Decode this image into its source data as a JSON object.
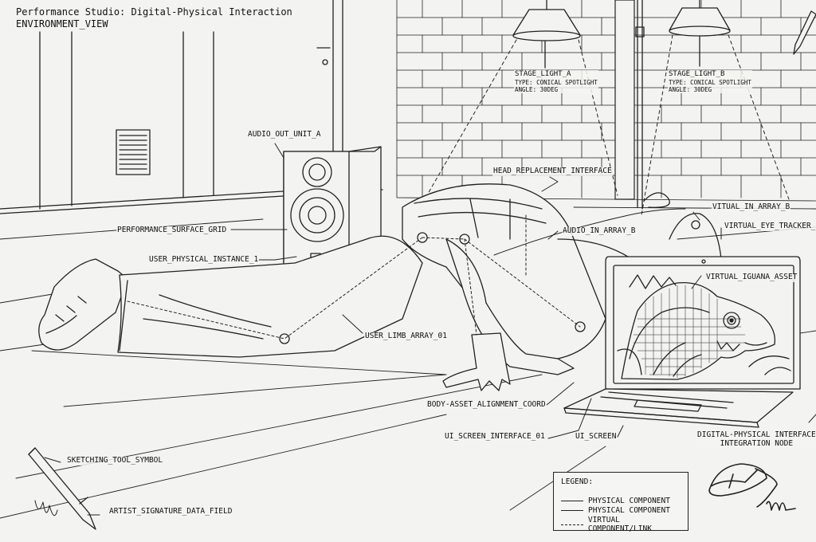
{
  "header": {
    "title": "Performance Studio: Digital-Physical Interaction",
    "subtitle": "ENVIRONMENT_VIEW"
  },
  "labels": {
    "stage_light_a": {
      "name": "STAGE_LIGHT_A",
      "type": "TYPE: CONICAL SPOTLIGHT",
      "angle": "ANGLE: 30DEG"
    },
    "stage_light_b": {
      "name": "STAGE_LIGHT_B",
      "type": "TYPE: CONICAL SPOTLIGHT",
      "angle": "ANGLE: 30DEG"
    },
    "audio_out": "AUDIO_OUT_UNIT_A",
    "head_replacement": "HEAD_REPLACEMENT_INTERFACE",
    "virtual_in_array": "VITUAL_IN_ARRAY_B",
    "performance_grid": "PERFORMANCE_SURFACE_GRID",
    "audio_in": "AUDIO_IN_ARRAY_B",
    "eye_tracker": "VIRTUAL_EYE_TRACKER_UI",
    "user_instance": "USER_PHYSICAL_INSTANCE_1",
    "iguana_asset": "VIRTUAL_IGUANA_ASSET",
    "limb_array": "USER_LIMB_ARRAY_01",
    "alignment_coord": "BODY-ASSET_ALIGNMENT_COORD",
    "ui_screen_interface": "UI_SCREEN_INTERFACE_01",
    "ui_screen": "UI_SCREEN",
    "integration_node_1": "DIGITAL-PHYSICAL INTERFACE",
    "integration_node_2": "INTEGRATION NODE",
    "sketching_tool": "SKETCHING_TOOL_SYMBOL",
    "signature_field": "ARTIST_SIGNATURE_DATA_FIELD"
  },
  "legend": {
    "title": "LEGEND:",
    "items": [
      "PHYSICAL COMPONENT",
      "PHYSICAL COMPONENT",
      "VIRTUAL COMPONENT/LINK"
    ]
  },
  "colors": {
    "ink": "#1a1a1a",
    "paper": "#f3f3f1"
  }
}
